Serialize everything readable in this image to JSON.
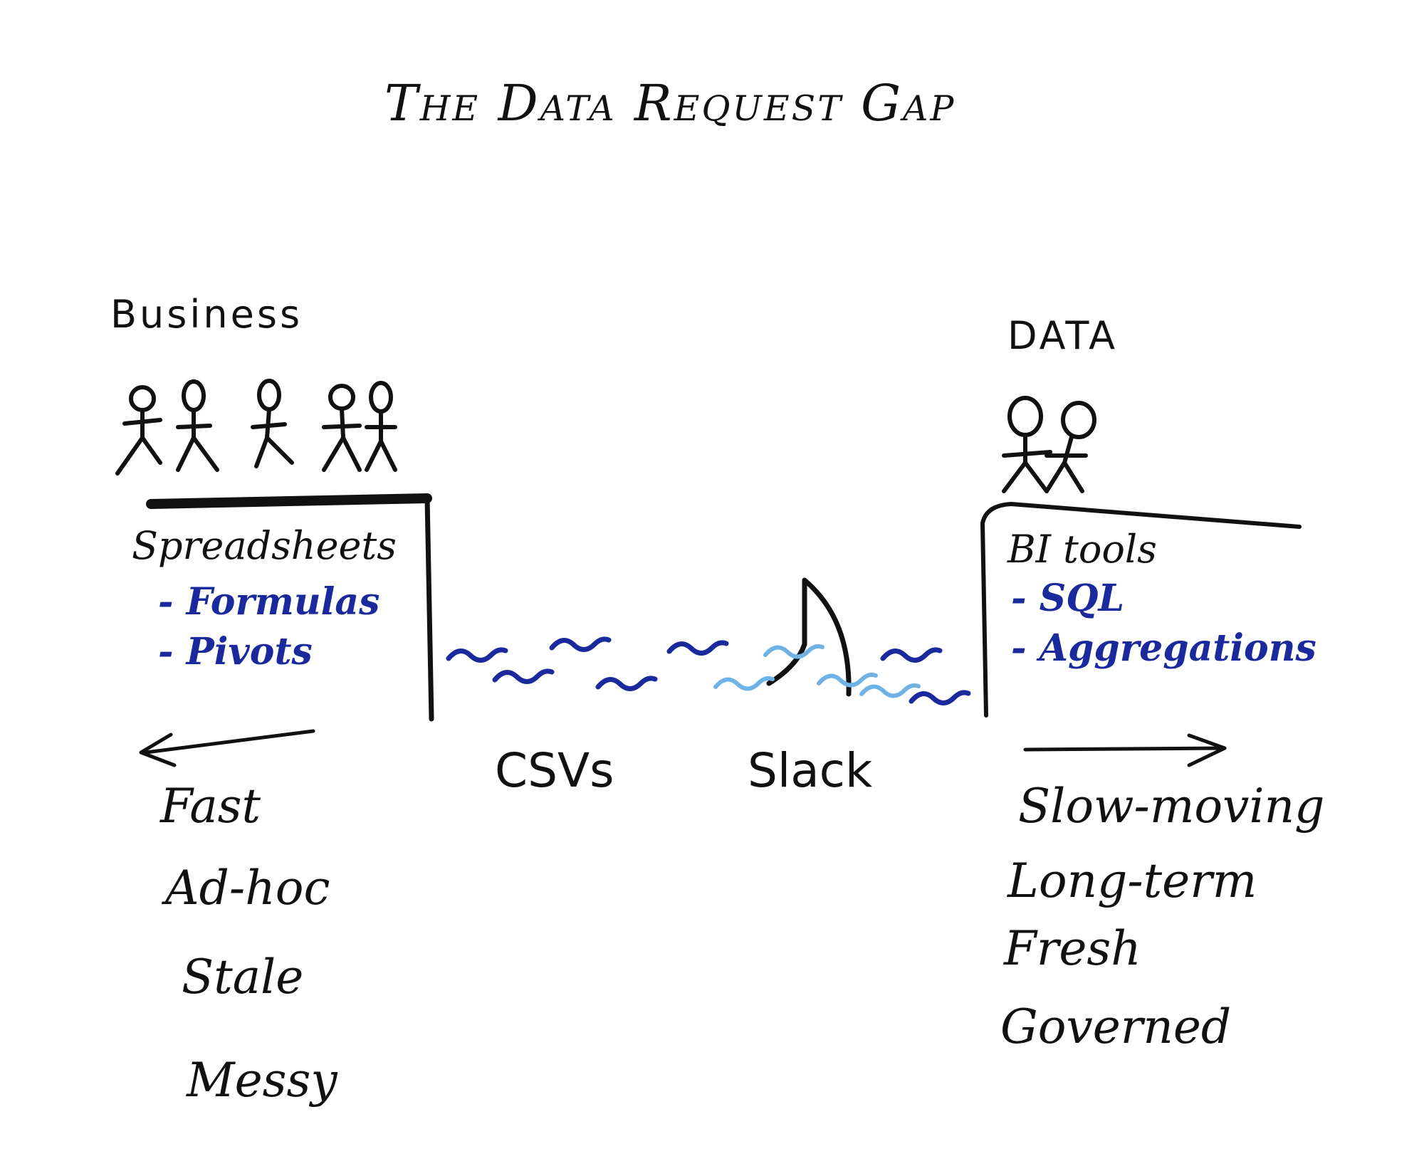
{
  "title": "The Data Request Gap",
  "business": {
    "heading": "Business",
    "tool": "Spreadsheets",
    "features": [
      "- Formulas",
      "- Pivots"
    ],
    "traits": [
      "Fast",
      "Ad-hoc",
      "Stale",
      "Messy"
    ]
  },
  "data": {
    "heading": "DATA",
    "tool": "BI tools",
    "features": [
      "- SQL",
      "- Aggregations"
    ],
    "traits": [
      "Slow-moving",
      "Long-term",
      "Fresh",
      "Governed"
    ]
  },
  "gap": {
    "labels": [
      "CSVs",
      "Slack"
    ]
  },
  "colors": {
    "ink": "#111111",
    "blue_marker": "#1a2a9c",
    "light_blue_marker": "#6fb3e6"
  }
}
